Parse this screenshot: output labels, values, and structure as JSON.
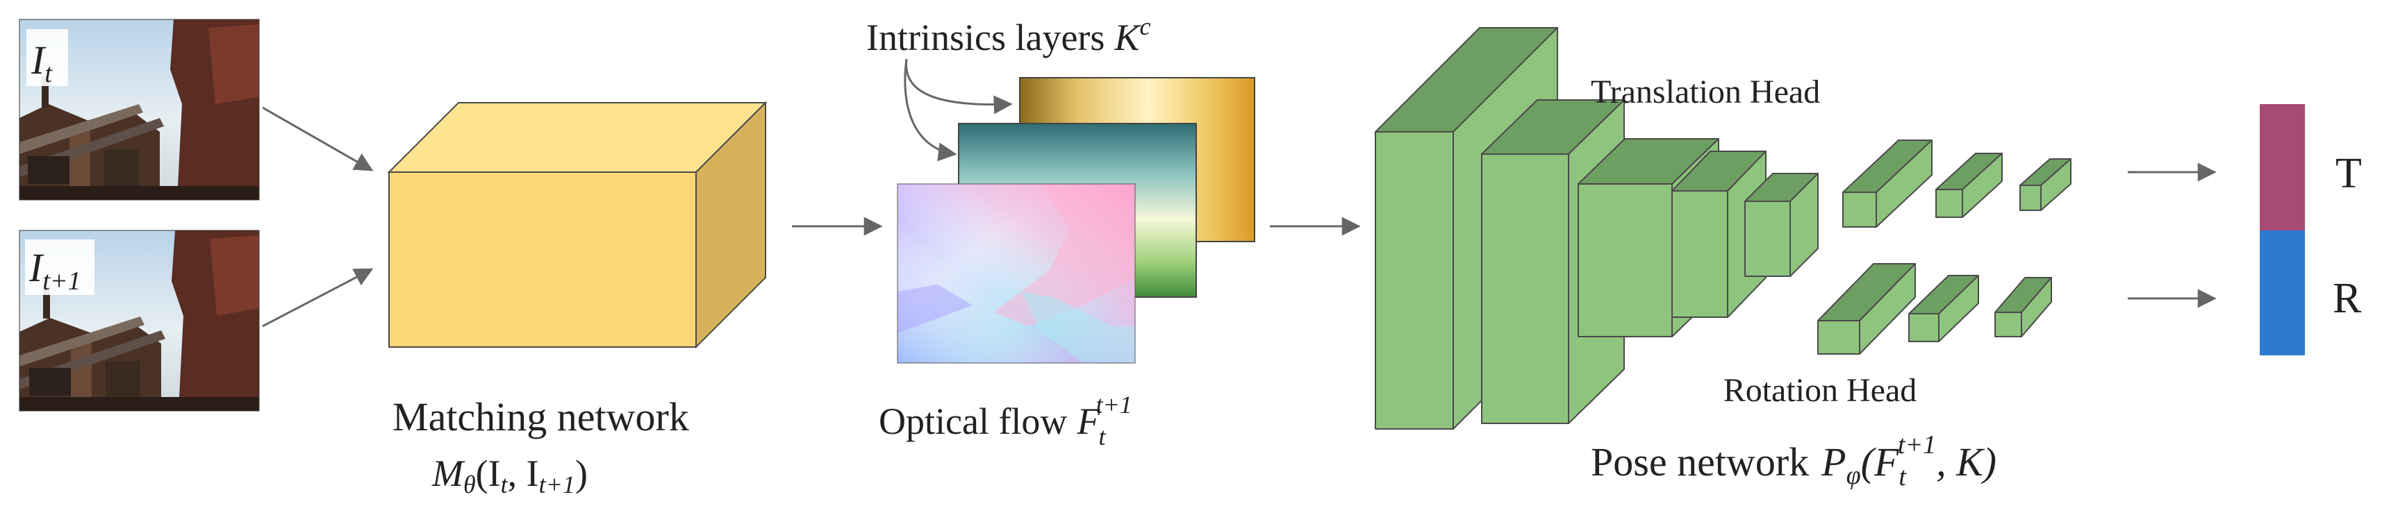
{
  "inputs": [
    {
      "symbol": "I",
      "subscript": "t"
    },
    {
      "symbol": "I",
      "subscript": "t+1"
    }
  ],
  "matching": {
    "label": "Matching network",
    "formula": {
      "symbol": "M",
      "sub": "θ",
      "args": "(I",
      "arg1_sub": "t",
      "sep": ", I",
      "arg2_sub": "t+1",
      "close": ")"
    }
  },
  "intrinsics": {
    "label": "Intrinsics layers",
    "symbol": "K",
    "sup": "c"
  },
  "optical_flow": {
    "label": "Optical flow",
    "symbol": "F",
    "sub": "t",
    "sup": "t+1"
  },
  "pose": {
    "label": "Pose network",
    "formula": {
      "symbol": "P",
      "sub": "φ",
      "open": "(F",
      "f_sub": "t",
      "f_sup": "t+1",
      "rest": ", K)"
    }
  },
  "heads": {
    "translation": "Translation Head",
    "rotation": "Rotation Head"
  },
  "outputs": {
    "t_label": "T",
    "r_label": "R"
  },
  "colors": {
    "matching_front": "#fcd775",
    "matching_top": "#fde390",
    "matching_side": "#d8b25a",
    "pose_front": "#8ec47d",
    "pose_top": "#6e9f62",
    "pose_side": "#8ec47d",
    "edge": "#4a4a4a",
    "arrow": "#666666",
    "translation_bar": "#a64b73",
    "rotation_bar": "#2f7ad0"
  },
  "icons": [
    "scene-photo",
    "flow-field",
    "intrinsics-gradient"
  ]
}
